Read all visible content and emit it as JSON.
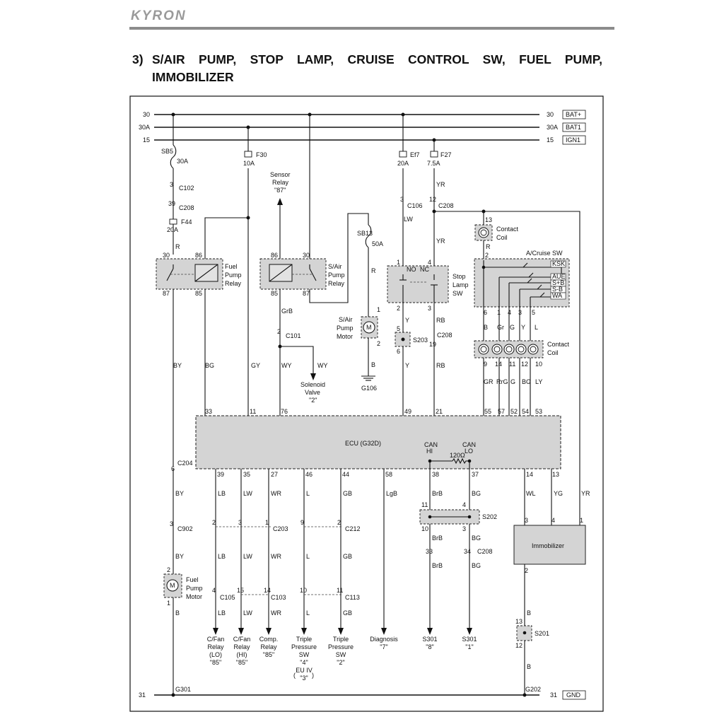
{
  "header": {
    "brand": "KYRON",
    "section_number": "3)",
    "title_line1": "S/AIR PUMP, STOP LAMP, CRUISE CONTROL SW, FUEL PUMP,",
    "title_line2": "IMMOBILIZER"
  },
  "rails": [
    {
      "left": "30",
      "right": "30",
      "tag": "BAT+"
    },
    {
      "left": "30A",
      "right": "30A",
      "tag": "BAT1"
    },
    {
      "left": "15",
      "right": "15",
      "tag": "IGN1"
    },
    {
      "left": "31",
      "right": "31",
      "tag": "GND"
    }
  ],
  "fuses": {
    "sb5": {
      "name": "SB5",
      "rating": "30A"
    },
    "f30": {
      "name": "F30",
      "rating": "10A"
    },
    "ef7": {
      "name": "Ef7",
      "rating": "20A"
    },
    "f27": {
      "name": "F27",
      "rating": "7.5A"
    },
    "f44": {
      "name": "F44",
      "rating": "20A"
    },
    "sb13": {
      "name": "SB13",
      "rating": "50A"
    }
  },
  "components": {
    "sensor_relay": [
      "Sensor",
      "Relay",
      "\"87\""
    ],
    "fuel_pump_relay": [
      "Fuel",
      "Pump",
      "Relay"
    ],
    "sair_pump_relay": [
      "S/Air",
      "Pump",
      "Relay"
    ],
    "sair_pump_motor": [
      "S/Air",
      "Pump",
      "Motor"
    ],
    "stop_lamp_sw": [
      "Stop",
      "Lamp",
      "SW"
    ],
    "contact_coil_top": [
      "Contact",
      "Coil"
    ],
    "contact_coil_mid": [
      "Contact",
      "Coil"
    ],
    "acruise_sw": "A/Cruise SW",
    "acruise_positions": [
      "KSK",
      "AUE",
      "S+B",
      "S-B",
      "WA"
    ],
    "solenoid_valve": [
      "Solenoid",
      "Valve",
      "\"2\""
    ],
    "ecu": "ECU (G32D)",
    "can_hi": [
      "CAN",
      "HI"
    ],
    "can_lo": [
      "CAN",
      "LO"
    ],
    "resistor": "120Ω",
    "immobilizer": "Immobilizer",
    "fuel_pump_motor": [
      "Fuel",
      "Pump",
      "Motor"
    ],
    "motor_symbol": "M",
    "switch_no": "NO",
    "switch_nc": "NC"
  },
  "grounds": {
    "g106": "G106",
    "g301": "G301",
    "g202": "G202"
  },
  "splices": {
    "s203": "S203",
    "s202": "S202",
    "s201": "S201"
  },
  "connectors": {
    "c102": "C102",
    "c208": "C208",
    "c106": "C106",
    "c101": "C101",
    "c204": "C204",
    "c902": "C902",
    "c203": "C203",
    "c212": "C212",
    "c105": "C105",
    "c103": "C103",
    "c113": "C113"
  },
  "destinations": [
    [
      "C/Fan",
      "Relay",
      "(LO)",
      "\"85\""
    ],
    [
      "C/Fan",
      "Relay",
      "(HI)",
      "\"85\""
    ],
    [
      "Comp.",
      "Relay",
      "\"85\""
    ],
    [
      "Triple",
      "Pressure",
      "SW",
      "\"4\""
    ],
    [
      "Triple",
      "Pressure",
      "SW",
      "\"2\""
    ],
    [
      "Diagnosis",
      "\"7\""
    ],
    [
      "S301",
      "\"8\""
    ],
    [
      "S301",
      "\"1\""
    ]
  ],
  "eu_note": [
    "EU IV",
    "\"3\""
  ],
  "ecu_pins_top": [
    "33",
    "11",
    "76",
    "49",
    "21",
    "55",
    "57",
    "52",
    "54",
    "53"
  ],
  "ecu_pins_bottom": [
    "39",
    "35",
    "27",
    "46",
    "44",
    "58",
    "38",
    "37",
    "14",
    "13"
  ],
  "wire_colors": {
    "top_left": [
      "BY",
      "BG",
      "GY",
      "WY",
      "WY"
    ],
    "top_right": [
      "Y",
      "Y",
      "RB",
      "RB",
      "LW",
      "YR",
      "YR",
      "R",
      "R",
      "GrB",
      "B"
    ],
    "cruise_upper": [
      "B",
      "Gr",
      "G",
      "Y",
      "L"
    ],
    "cruise_lower": [
      "GR",
      "RrG",
      "G",
      "BG",
      "LY"
    ],
    "bottom": [
      "LB",
      "LW",
      "WR",
      "L",
      "GB",
      "LgB",
      "BrB",
      "BG",
      "WL",
      "YG",
      "YR",
      "BY",
      "B"
    ]
  }
}
